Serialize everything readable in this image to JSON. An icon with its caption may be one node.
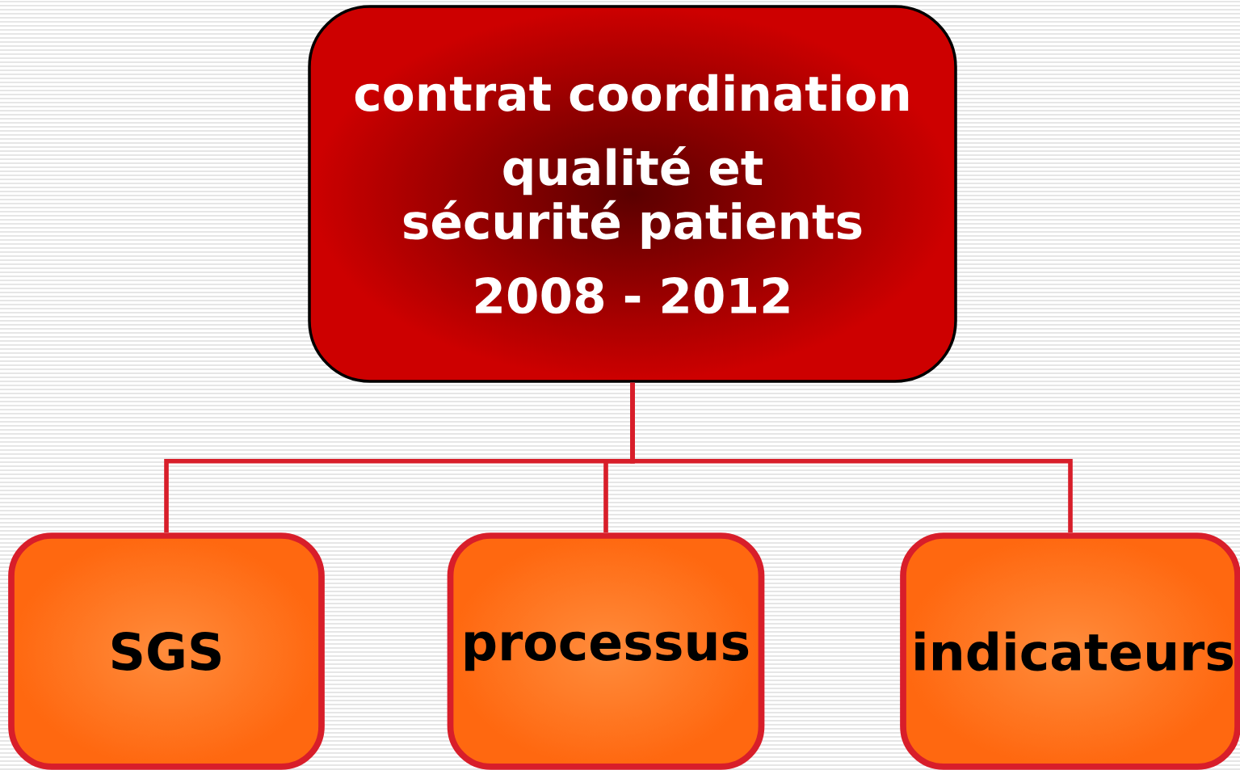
{
  "diagram": {
    "nodes": [
      {
        "text": [
          "contrat coordination",
          "qualité et sécurité patients",
          "2008 - 2012"
        ]
      },
      {
        "text": [
          "SGS"
        ]
      },
      {
        "text": [
          "processus"
        ]
      },
      {
        "text": [
          "indicateurs"
        ]
      }
    ],
    "edges": [
      {
        "from": 0,
        "to": 1,
        "arrow": "none"
      },
      {
        "from": 0,
        "to": 2,
        "arrow": "none"
      },
      {
        "from": 0,
        "to": 3,
        "arrow": "none"
      }
    ]
  }
}
